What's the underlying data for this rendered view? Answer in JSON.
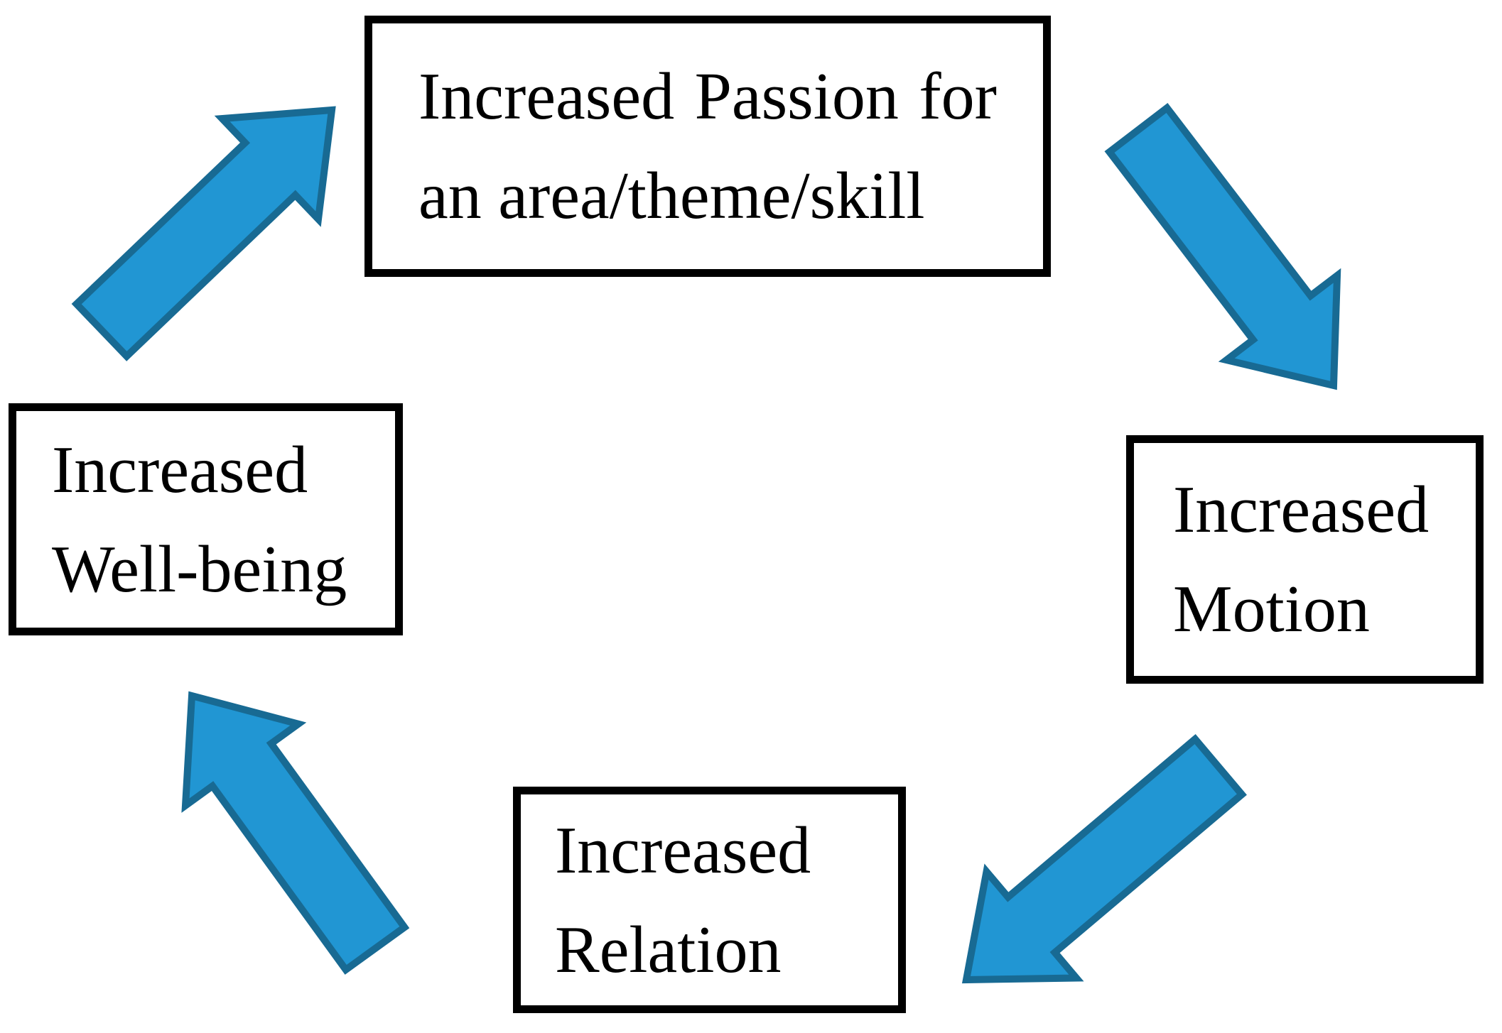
{
  "diagram": {
    "type": "cycle",
    "nodes": [
      {
        "id": "passion",
        "label": "Increased Passion for an area/theme/skill",
        "lines": [
          "Increased Passion for",
          "an area/theme/skill"
        ]
      },
      {
        "id": "motion",
        "label": "Increased Motion",
        "lines": [
          "Increased",
          "Motion"
        ]
      },
      {
        "id": "relation",
        "label": "Increased Relation",
        "lines": [
          "Increased",
          "Relation"
        ]
      },
      {
        "id": "wellbeing",
        "label": "Increased Well-being",
        "lines": [
          "Increased",
          "Well-being"
        ]
      }
    ],
    "arrows": [
      {
        "id": "wellbeing-to-passion",
        "from": "wellbeing",
        "to": "passion",
        "direction": "up-right"
      },
      {
        "id": "passion-to-motion",
        "from": "passion",
        "to": "motion",
        "direction": "down-right"
      },
      {
        "id": "motion-to-relation",
        "from": "motion",
        "to": "relation",
        "direction": "down-left"
      },
      {
        "id": "relation-to-wellbeing",
        "from": "relation",
        "to": "wellbeing",
        "direction": "up-left"
      }
    ]
  },
  "colors": {
    "page_background": "#FFFFFF",
    "box_background": "#FFFFFF",
    "box_border": "#000000",
    "text_color": "#000000",
    "arrow_fill": "#2196D3",
    "arrow_stroke": "#186A93"
  }
}
